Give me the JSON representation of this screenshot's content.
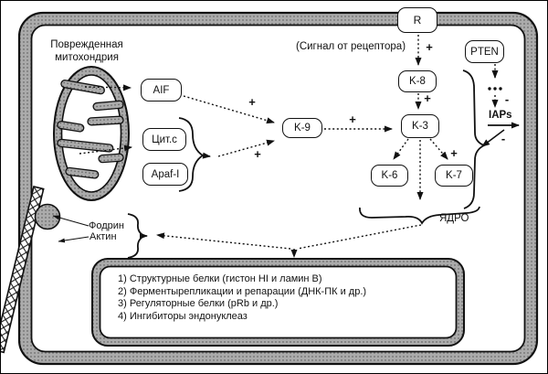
{
  "cell": {
    "mitochondria_label_line1": "Поврежденная",
    "mitochondria_label_line2": "митохондрия",
    "receptor_signal_label": "(Сигнал от рецептора)",
    "nucleus_label": "ЯДРО",
    "fodrin_label": "Фодрин",
    "actin_label": "Актин",
    "iaps_label": "IAPs"
  },
  "nodes": {
    "receptor": "R",
    "pten": "PTEN",
    "aif": "AIF",
    "cyt_c": "Цит.с",
    "apaf": "Apaf-I",
    "k9": "K-9",
    "k8": "K-8",
    "k3": "K-3",
    "k6": "K-6",
    "k7": "K-7"
  },
  "signs": {
    "plus": "+",
    "minus": "-"
  },
  "substrate_box": {
    "items": [
      "1) Структурные белки (гистон HI и ламин B)",
      "2) Ферментырепликации и репарации (ДНК-ПК и др.)",
      "3) Регуляторные белки (pRb и др.)",
      "4) Ингибиторы эндонуклеаз"
    ]
  },
  "colors": {
    "membrane_gray": "#ababab",
    "stipple_dot": "#4f4f4f",
    "line_black": "#111111"
  }
}
